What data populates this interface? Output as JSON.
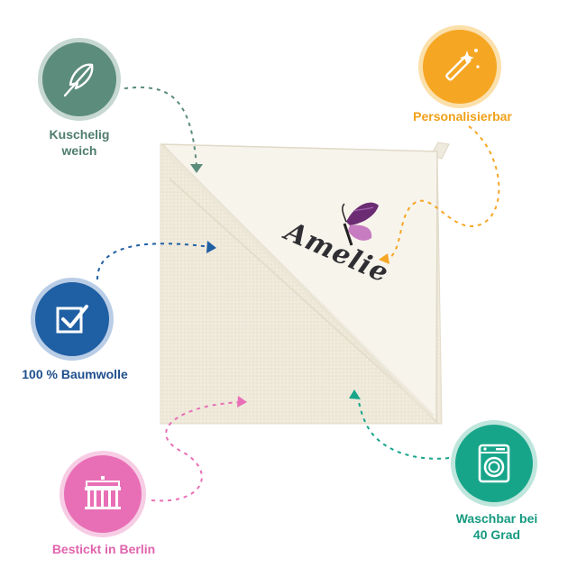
{
  "product": {
    "embroidered_name": "Amelie",
    "towel_color": "#f3efe4",
    "hood_color": "#f7f4ec"
  },
  "features": [
    {
      "id": "soft",
      "label_lines": [
        "Kuschelig",
        "weich"
      ],
      "icon": "feather-icon",
      "color": "#5c8c7c"
    },
    {
      "id": "personal",
      "label_lines": [
        "Personalisierbar"
      ],
      "icon": "magic-wand-icon",
      "color": "#f5a623"
    },
    {
      "id": "cotton",
      "label_lines": [
        "100 % Baumwolle"
      ],
      "icon": "checkbox-icon",
      "color": "#1f5fa3"
    },
    {
      "id": "berlin",
      "label_lines": [
        "Bestickt in Berlin"
      ],
      "icon": "brandenburg-gate-icon",
      "color": "#e86fb6"
    },
    {
      "id": "wash",
      "label_lines": [
        "Waschbar bei",
        "40 Grad"
      ],
      "icon": "washing-machine-icon",
      "color": "#17a58a"
    }
  ],
  "colors": {
    "label_soft": "#4f7d6e",
    "label_personal": "#f0a018",
    "label_cotton": "#1f4f8c",
    "label_berlin": "#e064ad",
    "label_wash": "#149a80"
  }
}
